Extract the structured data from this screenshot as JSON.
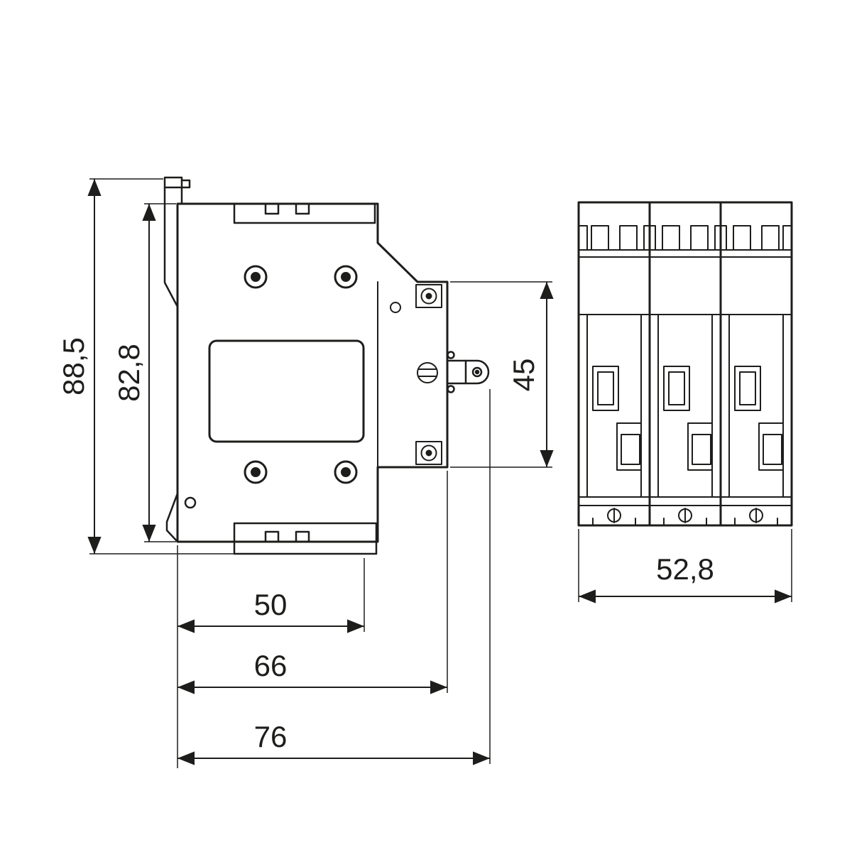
{
  "drawing": {
    "type": "technical-dimension-drawing",
    "subject": "3-pole-din-rail-switch-disconnector",
    "line_color": "#1d1d1b",
    "background_color": "#ffffff",
    "views": {
      "left": "side-profile-view",
      "right": "front-view-three-poles"
    },
    "dimensions": {
      "overall_height": "88,5",
      "body_height": "82,8",
      "front_section_height": "45",
      "body_depth": "50",
      "depth_to_face": "66",
      "overall_depth": "76",
      "front_width": "52,8"
    }
  }
}
